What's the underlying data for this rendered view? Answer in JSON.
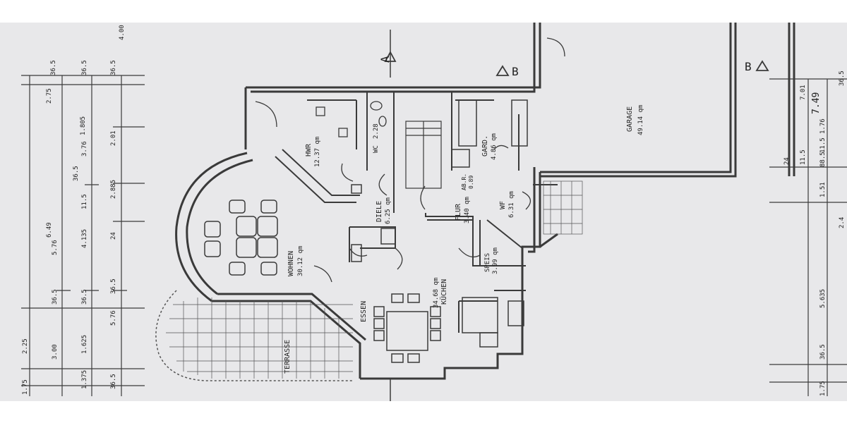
{
  "section_markers": {
    "a": "A",
    "b_top": "B",
    "b_right": "B"
  },
  "rooms": {
    "hwr": {
      "name": "HWR",
      "area": "12.37 qm"
    },
    "wc": {
      "name": "WC",
      "area": "2.28"
    },
    "diele": {
      "name": "DIELE",
      "area": "6.25 qm"
    },
    "abr": {
      "name": "AB.R.",
      "area": "0.89"
    },
    "gard": {
      "name": "GARD.",
      "area": "4.86 qm"
    },
    "flur": {
      "name": "FLUR",
      "area": "3.40 qm"
    },
    "wf": {
      "name": "WF",
      "area": "6.31 qm"
    },
    "garage": {
      "name": "GARAGE",
      "area": "49.14 qm"
    },
    "wohnen": {
      "name": "WOHNEN",
      "area": "30.12 qm"
    },
    "essen": {
      "name": "ESSEN"
    },
    "kuechen": {
      "name": "KÜCHEN",
      "area": "34.68 qm"
    },
    "speis": {
      "name": "SPEIS",
      "area": "3.99 qm"
    },
    "terrasse": {
      "name": "TERRASSE"
    }
  },
  "dimensions_left_top": [
    "2.75",
    "1.805",
    "3.76",
    "2.01",
    "2.885",
    "6.49",
    "5.76",
    "4.135",
    "24",
    "2.25",
    "3.00",
    "1.625",
    "5.76"
  ],
  "dimensions_left_small": [
    "36.5",
    "36.5",
    "36.5",
    "36.5",
    "11.5",
    "1.375",
    "36.5",
    "36.5",
    "36.5",
    "36.5",
    "1.75",
    "4.00"
  ],
  "dimensions_right": [
    "7.49",
    "7.01",
    "1.76",
    "11.5",
    "24",
    "1.51",
    "5.635",
    "36.5",
    "1.75",
    "2.4",
    "11.5",
    "88.5",
    "36.5"
  ],
  "colors": {
    "paper": "#e8e8ea",
    "ink": "#3a3a3a"
  }
}
